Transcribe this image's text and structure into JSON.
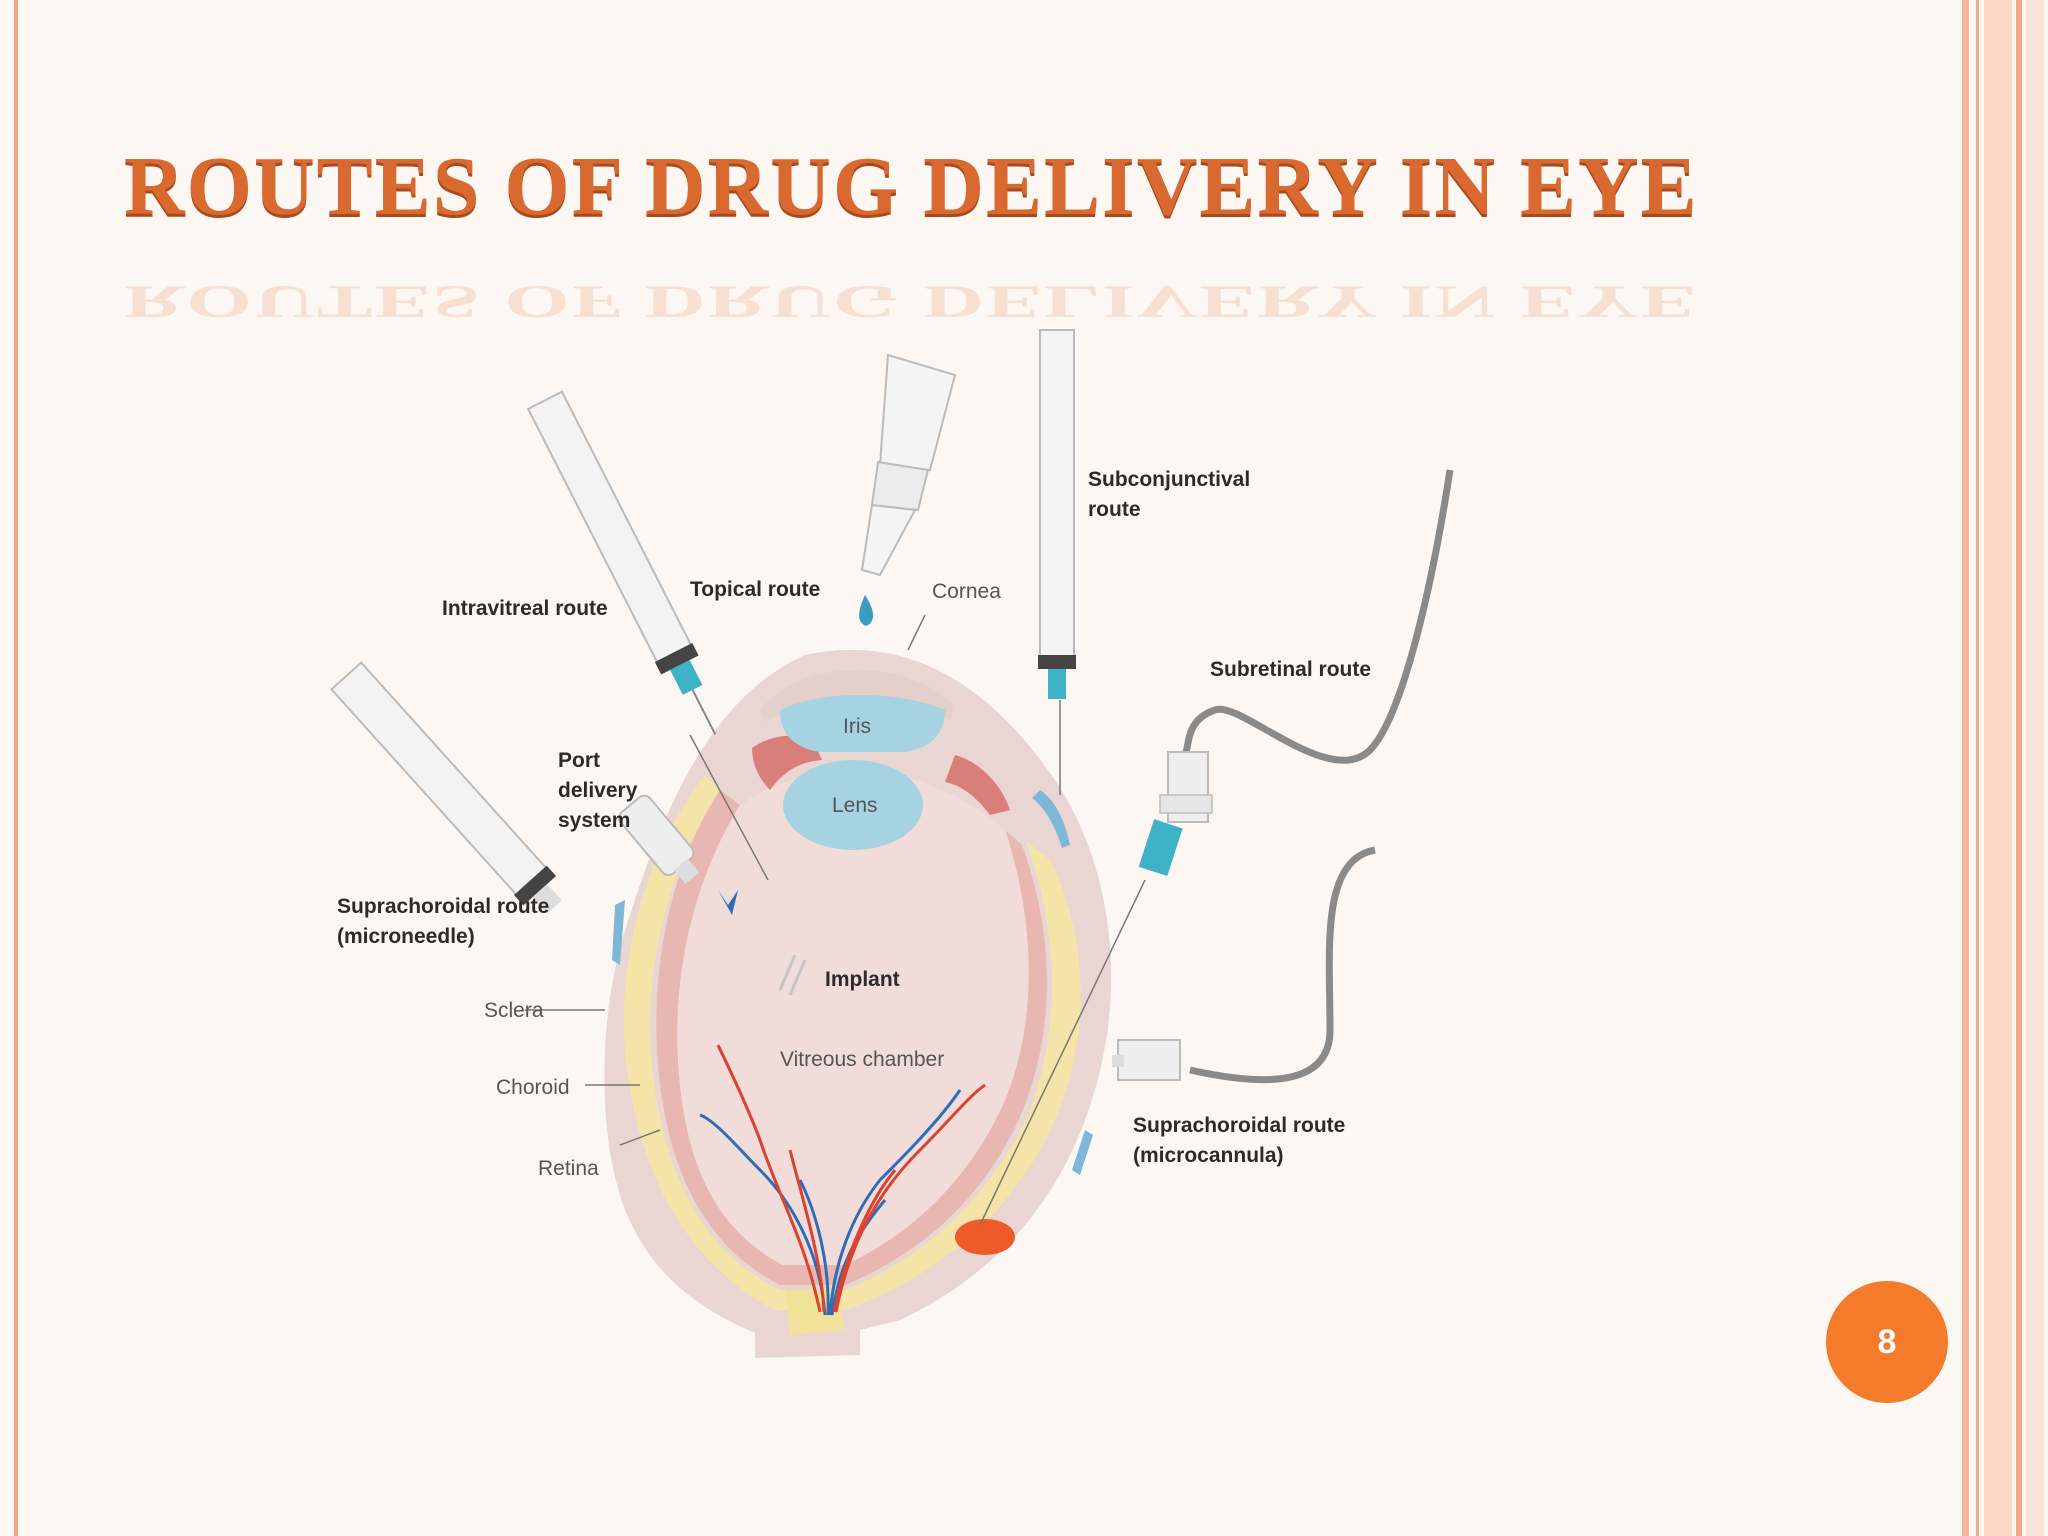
{
  "slide": {
    "title": "ROUTES OF DRUG DELIVERY IN EYE",
    "page_number": "8",
    "colors": {
      "accent": "#f47b2a",
      "title": "#d9692f",
      "border": "#f2a98a",
      "background": "#fdf7f3"
    }
  },
  "diagram": {
    "routes": {
      "intravitreal": "Intravitreal route",
      "topical": "Topical route",
      "subconjunctival_l1": "Subconjunctival",
      "subconjunctival_l2": "route",
      "subretinal": "Subretinal route",
      "port_l1": "Port",
      "port_l2": "delivery",
      "port_l3": "system",
      "supra_micro_l1": "Suprachoroidal route",
      "supra_micro_l2": "(microneedle)",
      "supra_cannula_l1": "Suprachoroidal route",
      "supra_cannula_l2": "(microcannula)"
    },
    "structures": {
      "cornea": "Cornea",
      "iris": "Iris",
      "lens": "Lens",
      "implant": "Implant",
      "vitreous": "Vitreous chamber",
      "sclera": "Sclera",
      "choroid": "Choroid",
      "retina": "Retina"
    }
  }
}
